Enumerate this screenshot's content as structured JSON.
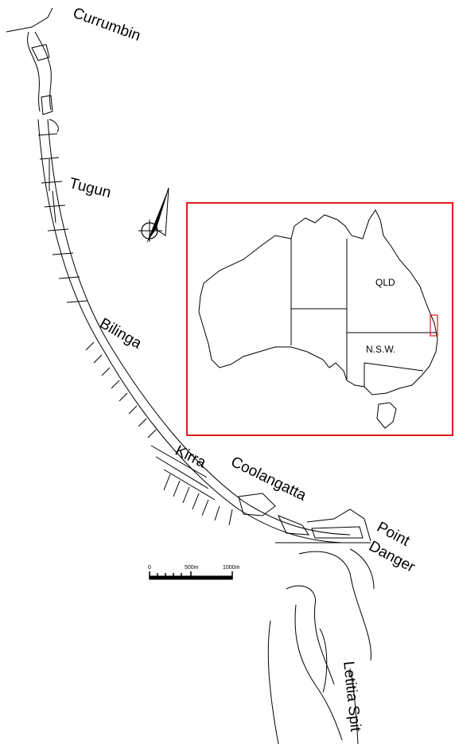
{
  "places": {
    "currumbin": "Currumbin",
    "tugun": "Tugun",
    "bilinga": "Bilinga",
    "kirra": "Kirra",
    "coolangatta": "Coolangatta",
    "point": "Point",
    "danger": "Danger",
    "letitia_spit": "Letitia Spit"
  },
  "inset": {
    "states": {
      "qld": "QLD",
      "nsw": "N.S.W."
    },
    "frame_color": "#e01b1b"
  },
  "scale_bar": {
    "zero": "0",
    "mid": "500m",
    "end": "1000m"
  },
  "north_arrow": "north-arrow-icon"
}
